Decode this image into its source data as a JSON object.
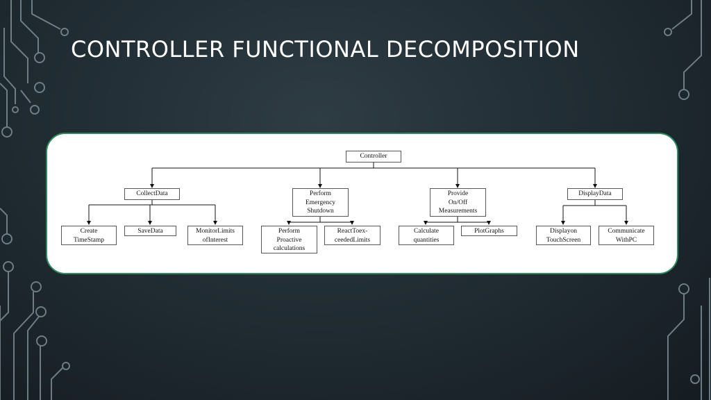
{
  "slide": {
    "title": "CONTROLLER FUNCTIONAL DECOMPOSITION"
  },
  "colors": {
    "background": "#1f2a31",
    "panel": "#ffffff",
    "panel_border": "#2f8a5e",
    "decor": "#8a9aa3"
  },
  "diagram": {
    "root": "Controller",
    "branches": [
      {
        "label": "CollectData",
        "children": [
          "Create\nTimeStamp",
          "SaveData",
          "MonitorLimits\nofInterest"
        ]
      },
      {
        "label": "Perform\nEmergency\nShutdown",
        "children": [
          "Perform\nProactive\ncalculations",
          "ReactToex-\nceededLimits"
        ]
      },
      {
        "label": "Provide\nOn/Off\nMeasurements",
        "children": [
          "Calculate\nquantities",
          "PlotGraphs"
        ]
      },
      {
        "label": "DisplayData",
        "children": [
          "Displayon\nTouchScreen",
          "Communicate\nWithPC"
        ]
      }
    ]
  }
}
